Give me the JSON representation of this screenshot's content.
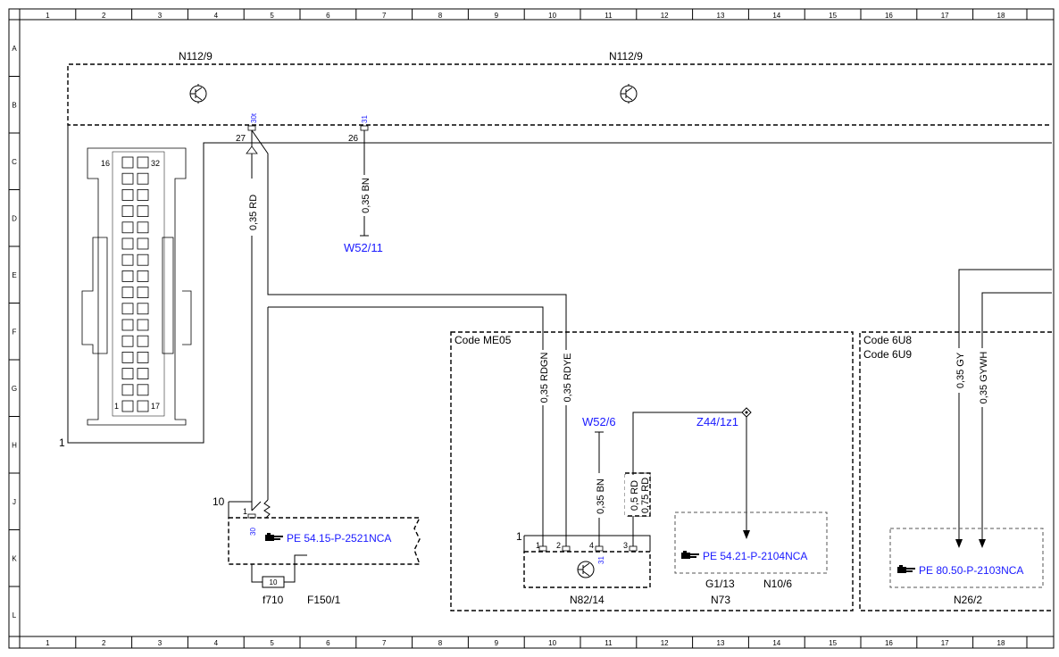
{
  "grid": {
    "columns": [
      "1",
      "2",
      "3",
      "4",
      "5",
      "6",
      "7",
      "8",
      "9",
      "10",
      "11",
      "12",
      "13",
      "14",
      "15",
      "16",
      "17",
      "18"
    ],
    "rows": [
      "A",
      "B",
      "C",
      "D",
      "E",
      "F",
      "G",
      "H",
      "J",
      "K",
      "L"
    ]
  },
  "components": {
    "instrument_left_label": "N112/9",
    "instrument_right_label": "N112/9",
    "connector_pin_16": "16",
    "connector_pin_32": "32",
    "connector_pin_1": "1",
    "connector_pin_17": "17",
    "connector_frame_label": "1",
    "relay_box_pin": "10",
    "fuse_label": "f710",
    "fuse_value": "10",
    "fuse_box_label": "F150/1",
    "ecu_label": "N82/14",
    "ecu_box_pin": "1",
    "ground_w52_11": "W52/11",
    "ground_w52_6": "W52/6",
    "splice_z44": "Z44/1z1",
    "g1_13": "G1/13",
    "n10_6": "N10/6",
    "n73": "N73",
    "n26_2": "N26/2"
  },
  "pins": {
    "p27": "27",
    "p26": "26",
    "p27_term": "30t",
    "p26_term": "31",
    "relay_term": "30",
    "relay_pin1": "1",
    "ecu_pin1": "1",
    "ecu_pin2": "2",
    "ecu_pin4": "4",
    "ecu_pin3": "3",
    "ecu_pin4_term": "31"
  },
  "wires": {
    "rd_035_upper": "0,35 RD",
    "bn_035_upper": "0,35 BN",
    "rdgn_035": "0,35 RDGN",
    "rdye_035": "0,35 RDYE",
    "bn_035_lower": "0,35 BN",
    "rd_05": "0,5 RD",
    "rd_075": "0,75 RD",
    "gy_035": "0,35 GY",
    "gywh_035": "0,35 GYWH"
  },
  "codes": {
    "me05": "Code ME05",
    "u8": "Code 6U8",
    "u9": "Code 6U9"
  },
  "references": {
    "pe_54_15": "PE 54.15-P-2521NCA",
    "pe_54_21": "PE 54.21-P-2104NCA",
    "pe_80_50": "PE 80.50-P-2103NCA"
  },
  "icons": {
    "reference": "pointing-hand-icon",
    "transistor": "transistor-icon"
  }
}
